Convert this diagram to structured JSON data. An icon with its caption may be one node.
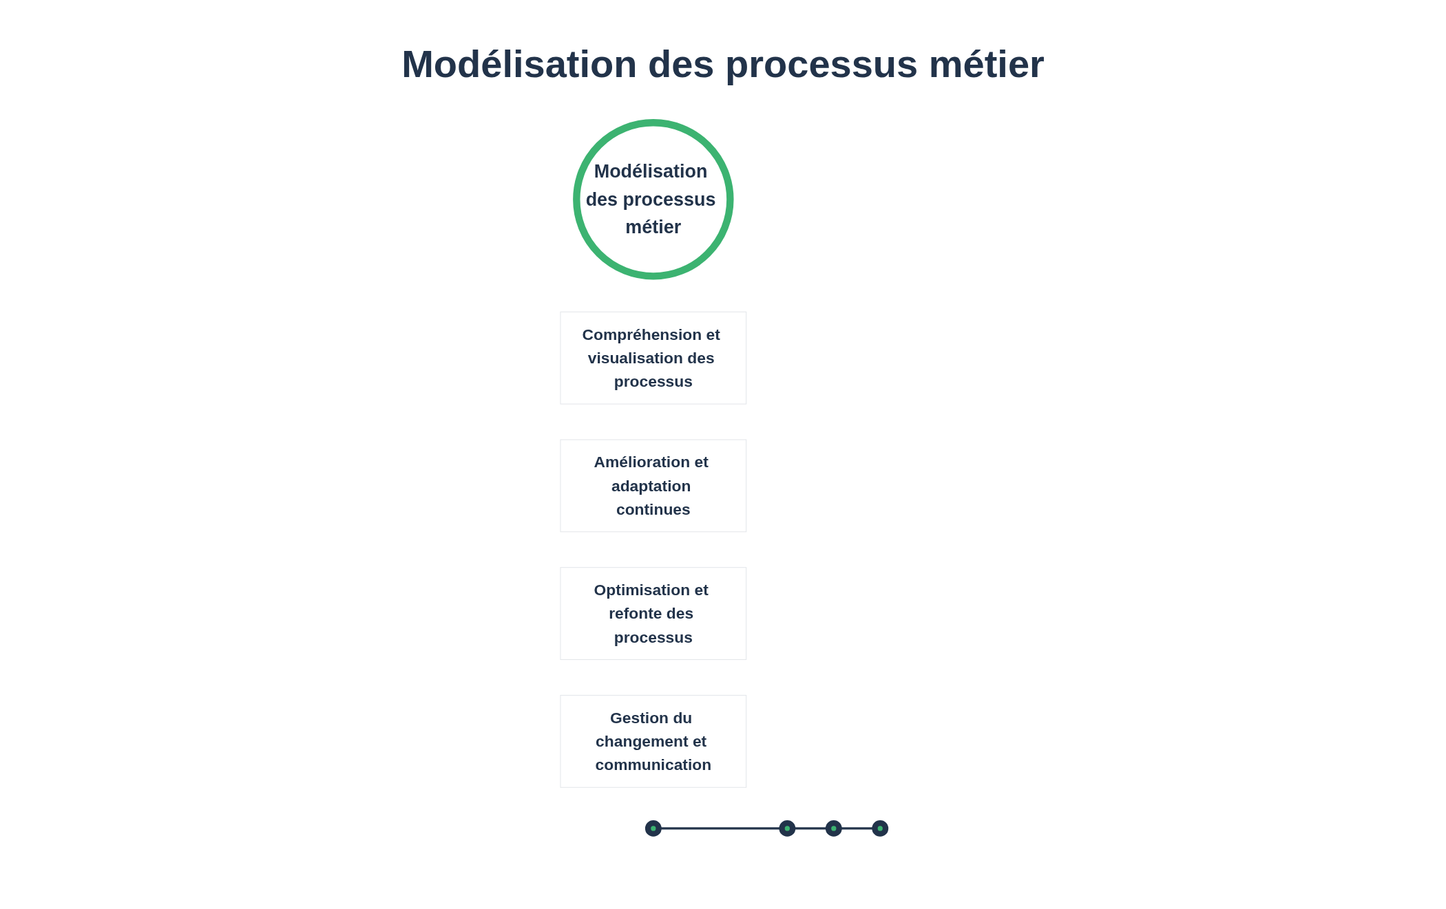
{
  "diagram": {
    "title": "Modélisation des processus métier",
    "nodes": [
      {
        "text": [
          "Modélisation des processus métier"
        ]
      },
      {
        "text": [
          "Compréhension et visualisation des processus"
        ]
      },
      {
        "text": [
          "Amélioration et adaptation continues"
        ]
      },
      {
        "text": [
          "Optimisation et refonte des processus"
        ]
      },
      {
        "text": [
          "Gestion du changement et communication"
        ]
      },
      {
        "text": [],
        "shape": "circle"
      },
      {
        "text": [],
        "shape": "circle"
      },
      {
        "text": [],
        "shape": "circle"
      },
      {
        "text": [],
        "shape": "circle"
      }
    ],
    "edges": [
      {
        "from": 5,
        "to": 6,
        "arrow": "none"
      },
      {
        "from": 6,
        "to": 7,
        "arrow": "none"
      },
      {
        "from": 7,
        "to": 8,
        "arrow": "none"
      }
    ]
  }
}
